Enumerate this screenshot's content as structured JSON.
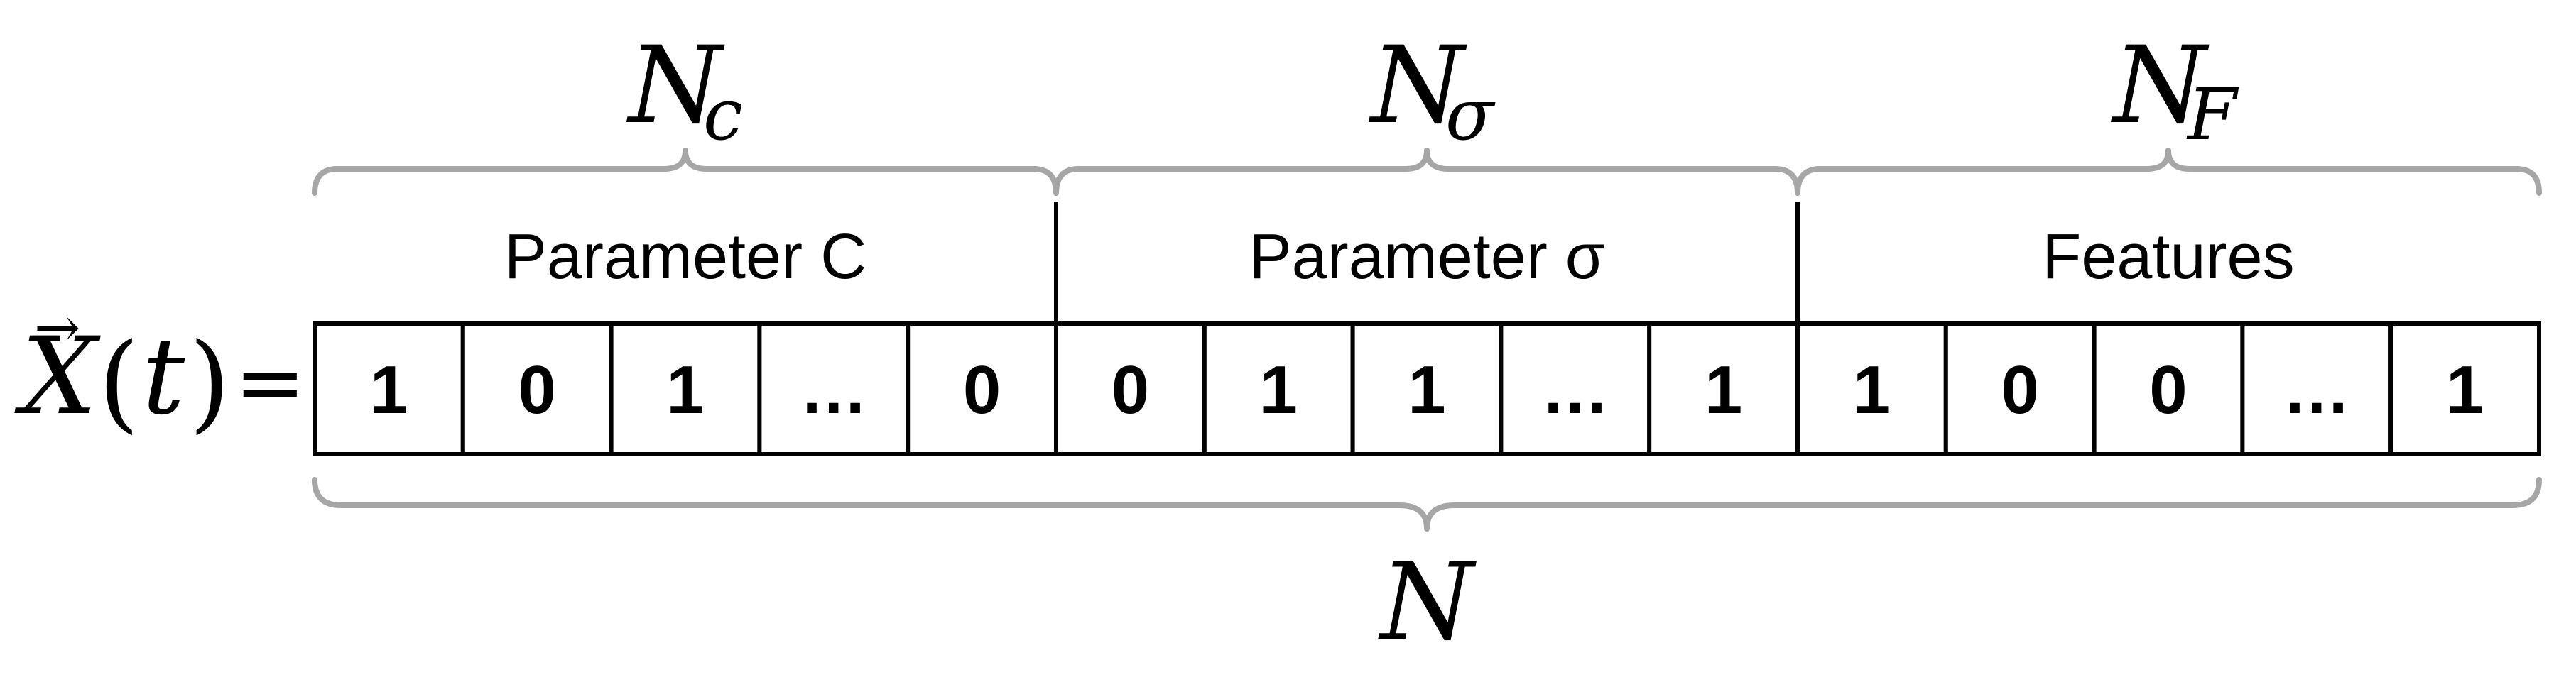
{
  "vector_label": {
    "symbol": "X",
    "arrow": "→",
    "open_paren": "(",
    "argument": "t",
    "close_paren": ")",
    "equals": "="
  },
  "segments": [
    {
      "label": "Parameter C",
      "size_symbol": "N",
      "size_subscript": "c",
      "bits": [
        "1",
        "0",
        "1",
        "…",
        "0"
      ]
    },
    {
      "label": "Parameter σ",
      "size_symbol": "N",
      "size_subscript": "σ",
      "bits": [
        "0",
        "1",
        "1",
        "…",
        "1"
      ]
    },
    {
      "label": "Features",
      "size_symbol": "N",
      "size_subscript": "F",
      "bits": [
        "1",
        "0",
        "0",
        "…",
        "1"
      ]
    }
  ],
  "total": {
    "symbol": "N"
  },
  "colors": {
    "brace": "#a6a6a6",
    "stroke": "#000000",
    "text": "#000000",
    "background": "#ffffff"
  }
}
